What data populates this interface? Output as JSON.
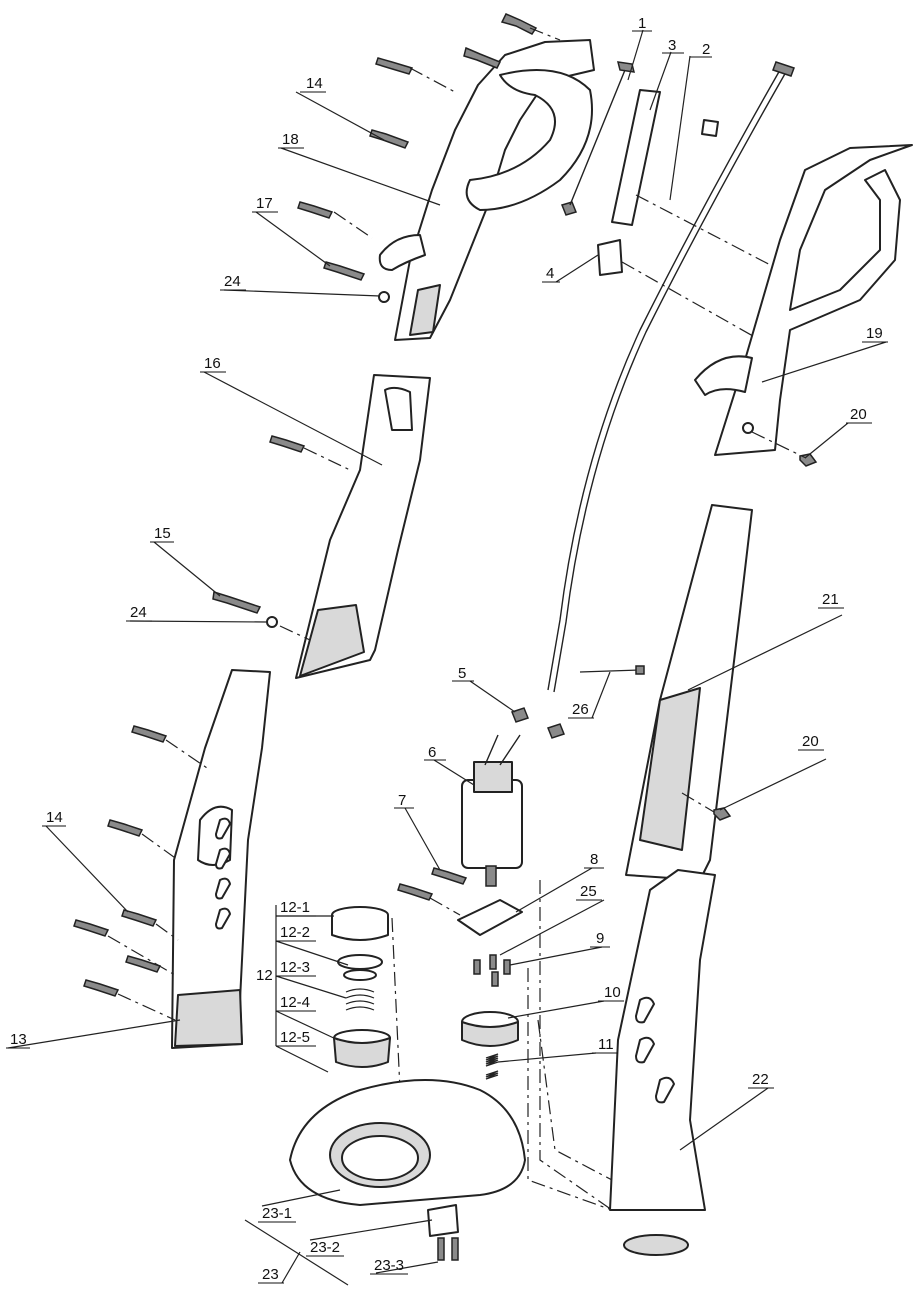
{
  "callouts": [
    {
      "key": "c1",
      "text": "1"
    },
    {
      "key": "c2",
      "text": "2"
    },
    {
      "key": "c3",
      "text": "3"
    },
    {
      "key": "c4",
      "text": "4"
    },
    {
      "key": "c5",
      "text": "5"
    },
    {
      "key": "c6",
      "text": "6"
    },
    {
      "key": "c7",
      "text": "7"
    },
    {
      "key": "c8",
      "text": "8"
    },
    {
      "key": "c9",
      "text": "9"
    },
    {
      "key": "c10",
      "text": "10"
    },
    {
      "key": "c11",
      "text": "11"
    },
    {
      "key": "c12",
      "text": "12"
    },
    {
      "key": "c12_1",
      "text": "12-1"
    },
    {
      "key": "c12_2",
      "text": "12-2"
    },
    {
      "key": "c12_3",
      "text": "12-3"
    },
    {
      "key": "c12_4",
      "text": "12-4"
    },
    {
      "key": "c12_5",
      "text": "12-5"
    },
    {
      "key": "c13",
      "text": "13"
    },
    {
      "key": "c14a",
      "text": "14"
    },
    {
      "key": "c14b",
      "text": "14"
    },
    {
      "key": "c15",
      "text": "15"
    },
    {
      "key": "c16",
      "text": "16"
    },
    {
      "key": "c17",
      "text": "17"
    },
    {
      "key": "c18",
      "text": "18"
    },
    {
      "key": "c19",
      "text": "19"
    },
    {
      "key": "c20a",
      "text": "20"
    },
    {
      "key": "c20b",
      "text": "20"
    },
    {
      "key": "c21",
      "text": "21"
    },
    {
      "key": "c22",
      "text": "22"
    },
    {
      "key": "c23",
      "text": "23"
    },
    {
      "key": "c23_1",
      "text": "23-1"
    },
    {
      "key": "c23_2",
      "text": "23-2"
    },
    {
      "key": "c23_3",
      "text": "23-3"
    },
    {
      "key": "c24a",
      "text": "24"
    },
    {
      "key": "c24b",
      "text": "24"
    },
    {
      "key": "c25",
      "text": "25"
    },
    {
      "key": "c26",
      "text": "26"
    }
  ],
  "colors": {
    "line": "#222222",
    "fill": "#ffffff",
    "shade": "#d9d9d9"
  }
}
